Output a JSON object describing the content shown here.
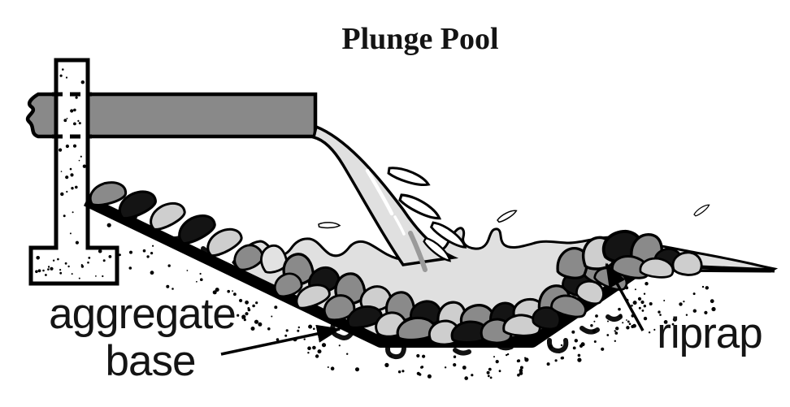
{
  "title": "Plunge Pool",
  "labels": {
    "aggregate_line1": "aggregate",
    "aggregate_line2": "base",
    "riprap": "riprap"
  },
  "colors": {
    "outline": "#000000",
    "pipe": "#898989",
    "concrete": "#ffffff",
    "water": "#e0e0e0",
    "jet_highlight": "#ffffff",
    "jet_shadow": "#9a9a9a",
    "rock_black": "#141414",
    "rock_dark": "#8a8a8a",
    "rock_light": "#cecece",
    "rock_pale": "#e2e2e2",
    "soil": "#111111",
    "label_text": "#141414"
  }
}
